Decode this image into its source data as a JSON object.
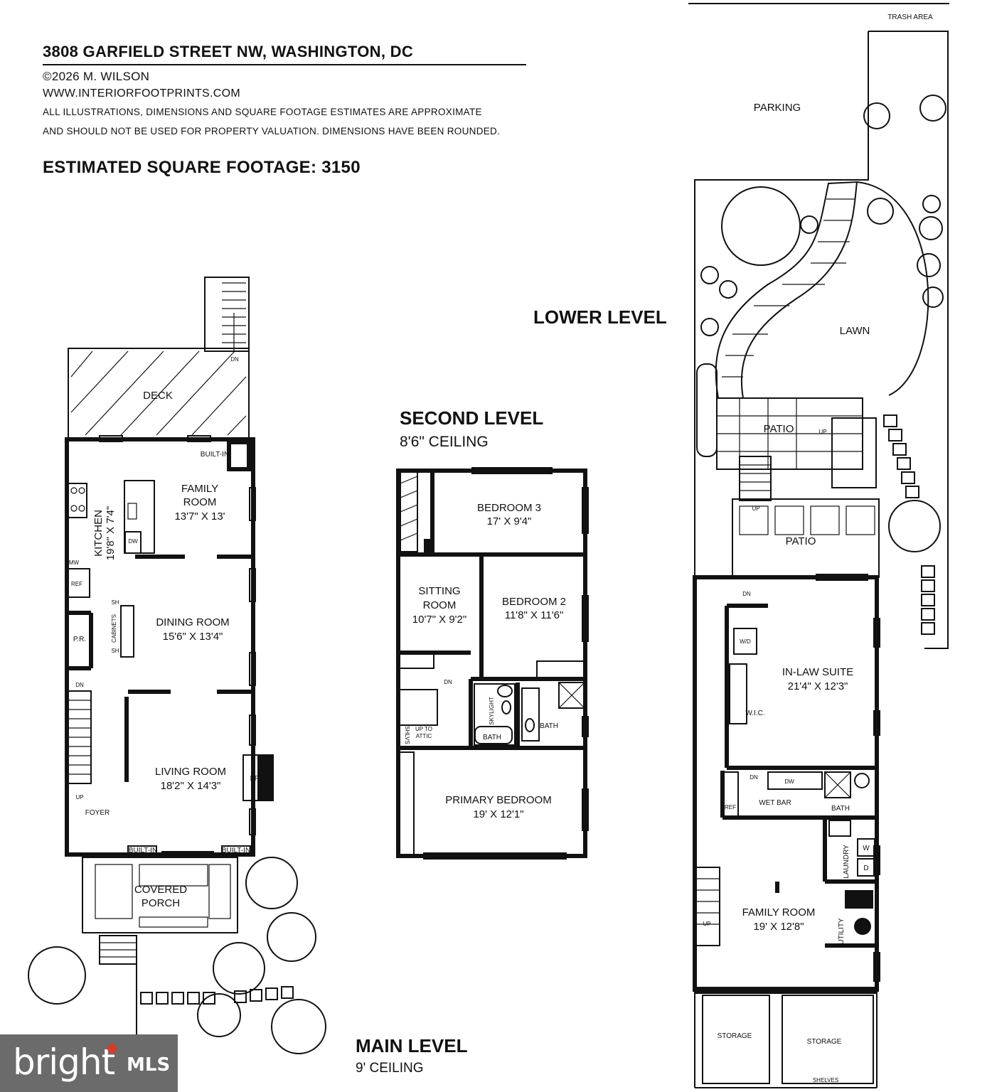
{
  "header": {
    "address": "3808 GARFIELD STREET NW, WASHINGTON, DC",
    "copyright": "©2026 M. WILSON",
    "website": "WWW.INTERIORFOOTPRINTS.COM",
    "disclaimer_line1": "ALL ILLUSTRATIONS, DIMENSIONS AND SQUARE FOOTAGE ESTIMATES ARE APPROXIMATE",
    "disclaimer_line2": "AND  SHOULD NOT BE USED FOR PROPERTY VALUATION. DIMENSIONS HAVE BEEN ROUNDED.",
    "square_footage": "ESTIMATED SQUARE FOOTAGE: 3150"
  },
  "main_level": {
    "title": "MAIN LEVEL",
    "ceiling": "9' CEILING",
    "deck": "DECK",
    "built_in": "BUILT-IN",
    "family_room": [
      "FAMILY",
      "ROOM",
      "13'7\" X 13'"
    ],
    "kitchen": [
      "KITCHEN",
      "19'8\" X 7'4\""
    ],
    "dw": "DW",
    "mw": "MW",
    "ref": "REF",
    "pr": "P.R.",
    "sh": "SH",
    "cabinets": "CABINETS",
    "dining_room": [
      "DINING ROOM",
      "15'6\" X 13'4\""
    ],
    "living_room": [
      "LIVING ROOM",
      "18'2\" X 14'3\""
    ],
    "fp": "FP",
    "foyer": "FOYER",
    "dn": "DN",
    "up": "UP",
    "covered_porch": [
      "COVERED",
      "PORCH"
    ]
  },
  "second_level": {
    "title": "SECOND LEVEL",
    "ceiling": "8'6\" CEILING",
    "bedroom3": [
      "BEDROOM 3",
      "17' X 9'4\""
    ],
    "sitting_room": [
      "SITTING",
      "ROOM",
      "10'7\" X 9'2\""
    ],
    "bedroom2": [
      "BEDROOM 2",
      "11'8\" X 11'6\""
    ],
    "dn": "DN",
    "skylight": "SKYLIGHT",
    "bath": "BATH",
    "shlvs": "SHLVS",
    "up_to_attic": [
      "UP TO",
      "ATTIC"
    ],
    "primary_bedroom": [
      "PRIMARY BEDROOM",
      "19' X 12'1\""
    ]
  },
  "lower_level": {
    "title": "LOWER LEVEL",
    "trash_area": "TRASH AREA",
    "parking": "PARKING",
    "lawn": "LAWN",
    "patio": "PATIO",
    "up": "UP",
    "dn": "DN",
    "wd": "W/D",
    "in_law_suite": [
      "IN-LAW SUITE",
      "21'4\" X 12'3\""
    ],
    "wic": "W.I.C.",
    "dw": "DW",
    "ref": "REF",
    "wet_bar": "WET BAR",
    "bath": "BATH",
    "laundry": "LAUNDRY",
    "w": "W",
    "d": "D",
    "utility": "UTILITY",
    "family_room": [
      "FAMILY ROOM",
      "19' X 12'8\""
    ],
    "storage": "STORAGE",
    "shelves": "SHELVES"
  },
  "watermark": {
    "brand": "bright",
    "suffix": "MLS",
    "accent_color": "#d43c2b"
  }
}
